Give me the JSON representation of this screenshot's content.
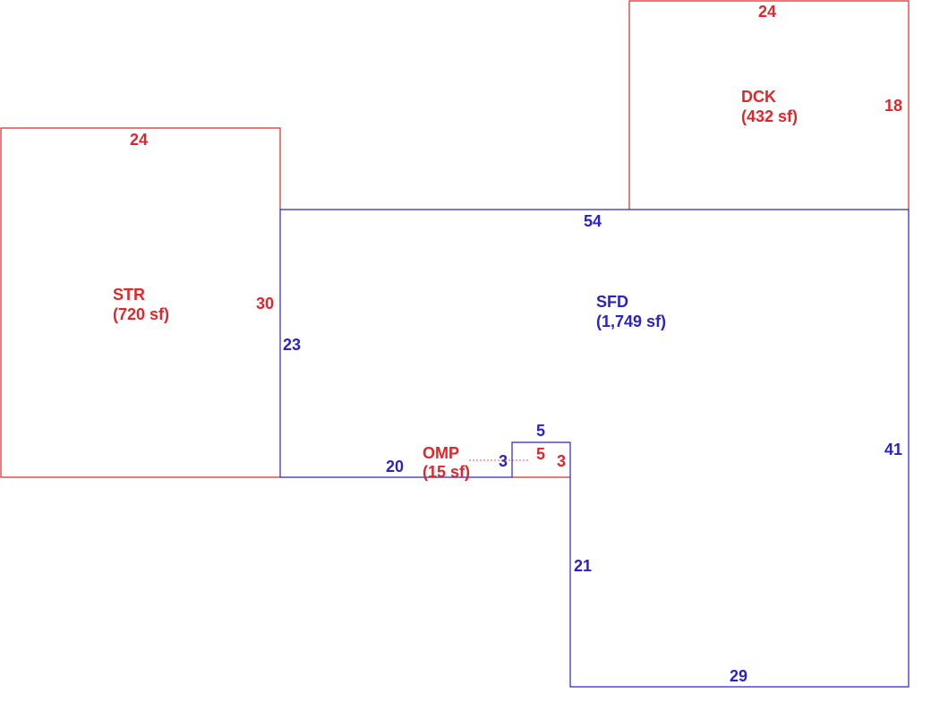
{
  "colors": {
    "red": "#e3262b",
    "blue": "#2a24c8",
    "background": "#ffffff"
  },
  "areas": {
    "str": {
      "code": "STR",
      "area": "(720 sf)",
      "dims": {
        "top": "24",
        "right": "30"
      }
    },
    "dck": {
      "code": "DCK",
      "area": "(432 sf)",
      "dims": {
        "top": "24",
        "right": "18"
      }
    },
    "sfd": {
      "code": "SFD",
      "area": "(1,749 sf)",
      "dims": {
        "top": "54",
        "left": "23",
        "bottom_left": "20",
        "notch_top": "5",
        "notch_left": "3",
        "notch_drop": "21",
        "bottom": "29",
        "right": "41"
      }
    },
    "omp": {
      "code": "OMP",
      "area": "(15 sf)",
      "dims": {
        "width": "5",
        "right": "3"
      }
    }
  }
}
